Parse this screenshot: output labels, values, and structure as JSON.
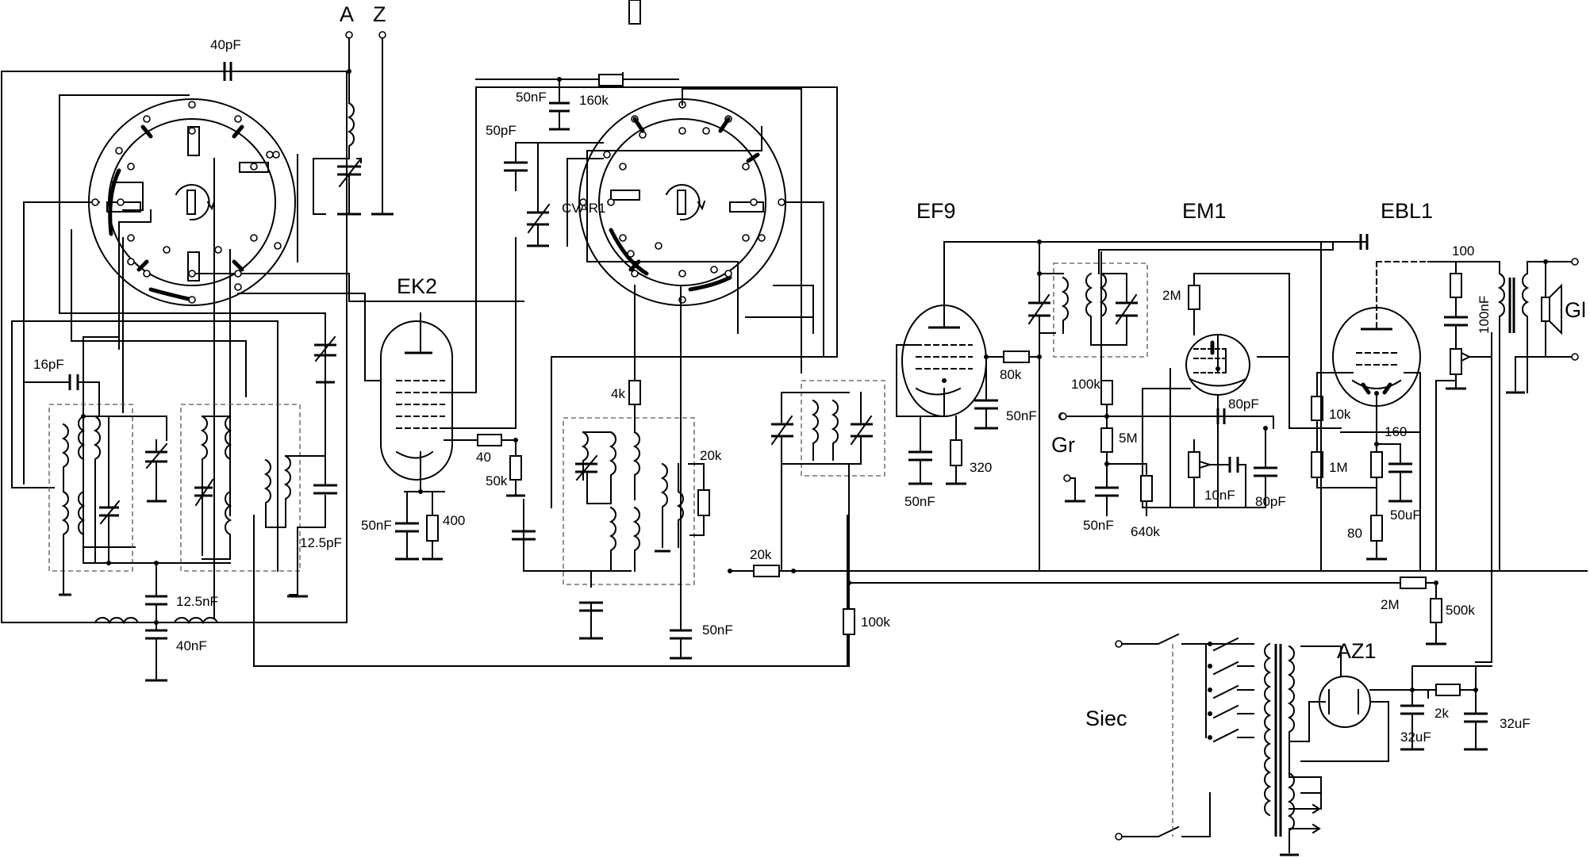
{
  "tubes": {
    "ek2": "EK2",
    "ef9": "EF9",
    "em1": "EM1",
    "ebl1": "EBL1",
    "az1": "AZ1"
  },
  "terminals": {
    "antenna": "A",
    "ground": "Z",
    "gramophone": "Gr",
    "speaker": "Gl",
    "mains": "Siec"
  },
  "components": {
    "c_40pf": "40pF",
    "c_50nf_top": "50nF",
    "r_160k": "160k",
    "c_50pf": "50pF",
    "c_var": "CVAR1",
    "c_16pf": "16pF",
    "c_12_5pf": "12.5pF",
    "c_12_5nf": "12.5nF",
    "c_40nf": "40nF",
    "c_50nf_ek2": "50nF",
    "r_400": "400",
    "r_40": "40",
    "r_50k": "50k",
    "r_4k": "4k",
    "r_20k_a": "20k",
    "r_20k_b": "20k",
    "c_50nf_osc": "50nF",
    "r_100k_agc": "100k",
    "r_80k": "80k",
    "c_50nf_ef9a": "50nF",
    "c_50nf_ef9b": "50nF",
    "r_320": "320",
    "r_2m_em1": "2M",
    "r_100k_det": "100k",
    "r_5m": "5M",
    "c_50nf_det": "50nF",
    "r_640k": "640k",
    "c_80pf_a": "80pF",
    "c_10nf": "10nF",
    "c_80pf_b": "80pF",
    "r_10k": "10k",
    "r_1m": "1M",
    "r_160": "160",
    "c_50uf": "50uF",
    "r_80": "80",
    "r_100": "100",
    "c_100nf": "100nF",
    "r_2m_b": "2M",
    "r_500k": "500k",
    "r_2k": "2k",
    "c_32uf_a": "32uF",
    "c_32uf_b": "32uF"
  }
}
